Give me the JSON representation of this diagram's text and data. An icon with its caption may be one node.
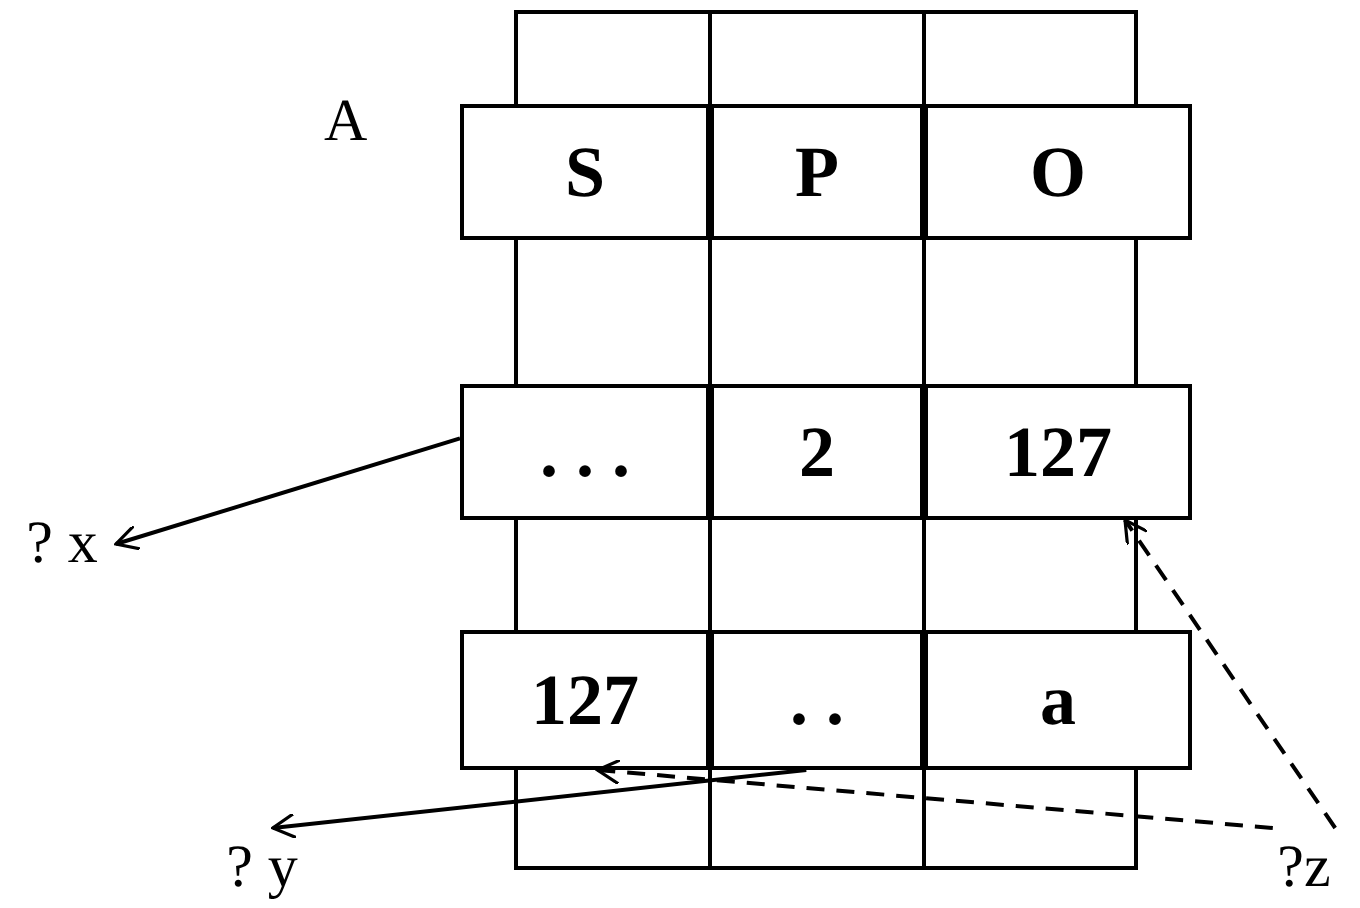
{
  "diagram": {
    "nodes": [
      {
        "text": [
          "S"
        ]
      },
      {
        "text": [
          "P"
        ]
      },
      {
        "text": [
          "O"
        ]
      },
      {
        "text": [
          ". . ."
        ]
      },
      {
        "text": [
          "2"
        ]
      },
      {
        "text": [
          "127"
        ]
      },
      {
        "text": [
          "127"
        ]
      },
      {
        "text": [
          ". ."
        ]
      },
      {
        "text": [
          "a"
        ]
      },
      {
        "text": [
          "? x"
        ]
      },
      {
        "text": [
          "? y"
        ]
      },
      {
        "text": [
          "?z"
        ]
      }
    ],
    "edges": [
      {
        "from": 3,
        "to": 9,
        "arrow": "to"
      },
      {
        "from": 7,
        "to": 10,
        "arrow": "to"
      },
      {
        "from": 11,
        "to": 5,
        "arrow": "to",
        "style": "dashed"
      },
      {
        "from": 11,
        "to": 6,
        "arrow": "to",
        "style": "dashed"
      }
    ],
    "labels": [
      "A"
    ]
  }
}
